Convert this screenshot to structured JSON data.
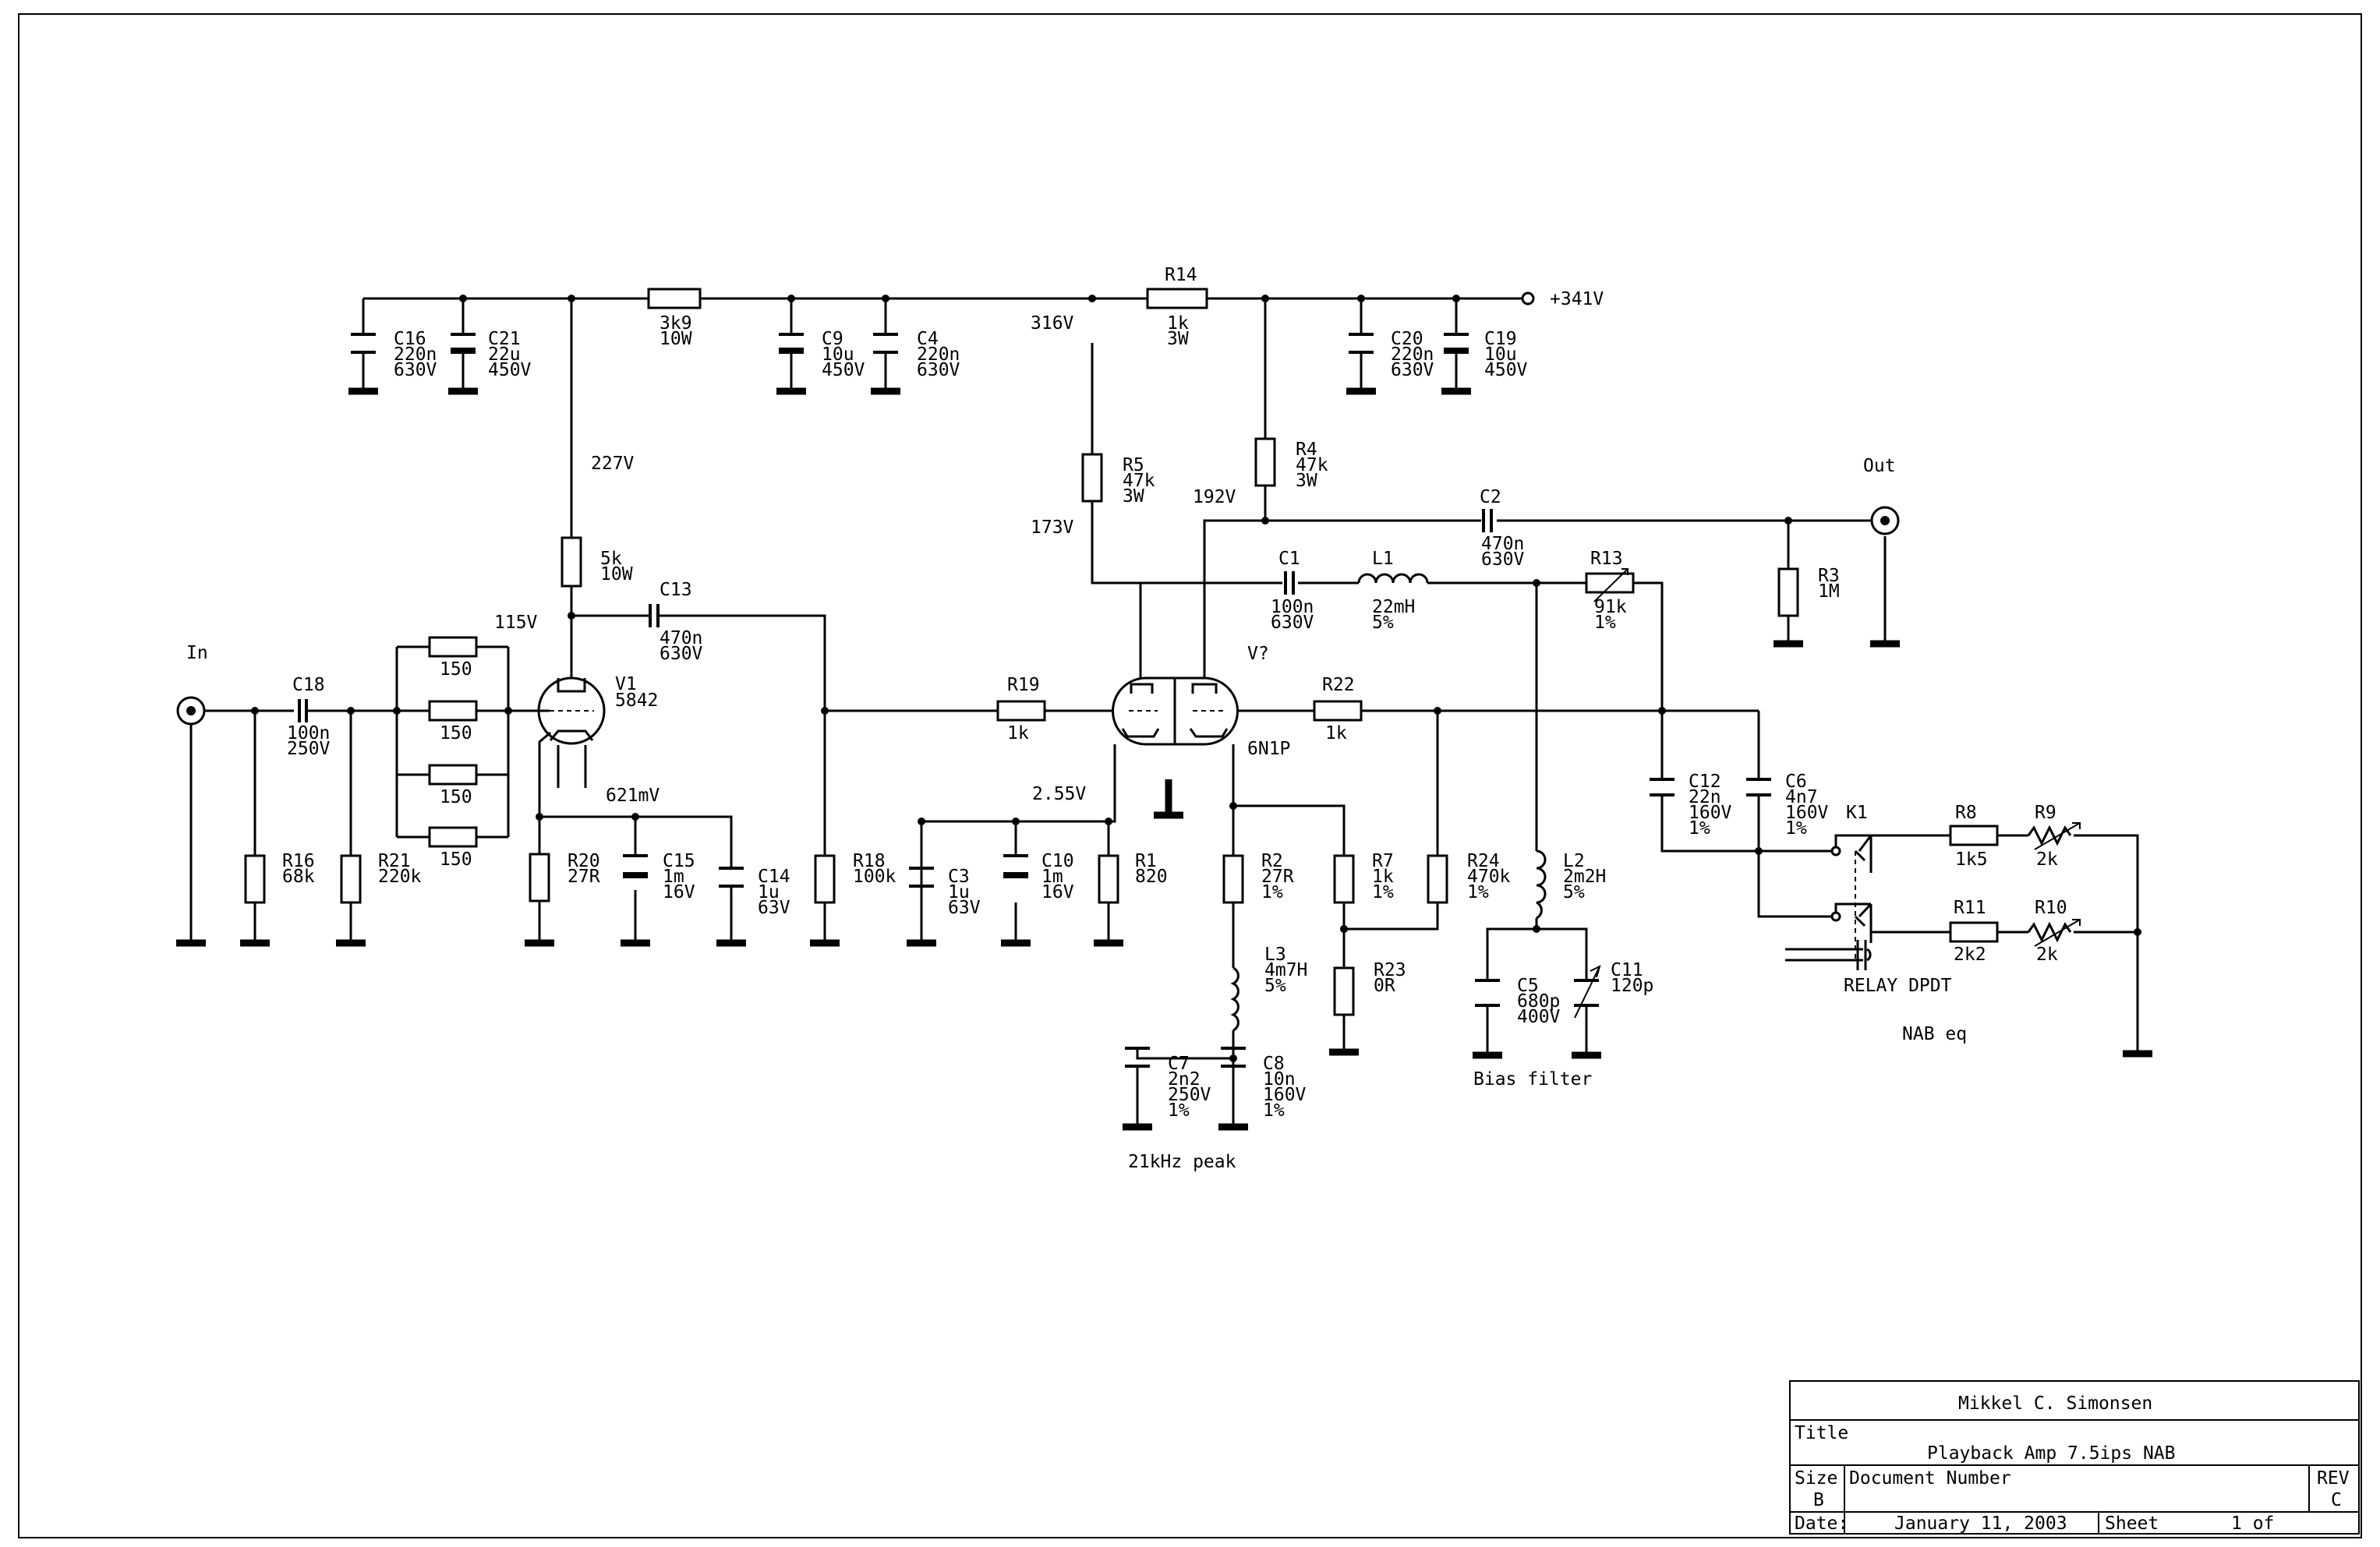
{
  "title_block": {
    "author": "Mikkel C. Simonsen",
    "title_label": "Title",
    "title": "Playback Amp 7.5ips NAB",
    "size_label": "Size",
    "size": "B",
    "docnum_label": "Document Number",
    "rev_label": "REV",
    "rev": "C",
    "date_label": "Date:",
    "date": "January 11, 2003",
    "sheet_label": "Sheet",
    "sheet": "1 of"
  },
  "ports": {
    "in": "In",
    "out": "Out",
    "supply": "+341V"
  },
  "voltages": {
    "v316": "316V",
    "v227": "227V",
    "v115": "115V",
    "v621": "621mV",
    "v192": "192V",
    "v173": "173V",
    "v255": "2.55V"
  },
  "tubes": {
    "v1_ref": "V1",
    "v1_type": "5842",
    "v2_ref": "V?",
    "v2_type": "6N1P"
  },
  "notes": {
    "peak": "21kHz peak",
    "bias": "Bias filter",
    "nab": "NAB eq",
    "relay": "RELAY DPDT",
    "k1": "K1"
  },
  "components": {
    "c16": [
      "C16",
      "220n",
      "630V"
    ],
    "c21": [
      "C21",
      "22u",
      "450V"
    ],
    "r3k9": [
      "3k9",
      "10W"
    ],
    "c9": [
      "C9",
      "10u",
      "450V"
    ],
    "c4": [
      "C4",
      "220n",
      "630V"
    ],
    "r14": [
      "R14",
      "1k",
      "3W"
    ],
    "c20": [
      "C20",
      "220n",
      "630V"
    ],
    "c19": [
      "C19",
      "10u",
      "450V"
    ],
    "r5": [
      "R5",
      "47k",
      "3W"
    ],
    "r4": [
      "R4",
      "47k",
      "3W"
    ],
    "c2": [
      "C2",
      "470n",
      "630V"
    ],
    "r3": [
      "R3",
      "1M"
    ],
    "r5k": [
      "5k",
      "10W"
    ],
    "c13": [
      "C13",
      "470n",
      "630V"
    ],
    "c1": [
      "C1",
      "100n",
      "630V"
    ],
    "l1": [
      "L1",
      "22mH",
      "5%"
    ],
    "r13": [
      "R13",
      "91k",
      "1%"
    ],
    "c18": [
      "C18",
      "100n",
      "250V"
    ],
    "r150": "150",
    "r19": [
      "R19",
      "1k"
    ],
    "r22": [
      "R22",
      "1k"
    ],
    "r16": [
      "R16",
      "68k"
    ],
    "r21": [
      "R21",
      "220k"
    ],
    "r20": [
      "R20",
      "27R"
    ],
    "c15": [
      "C15",
      "1m",
      "16V"
    ],
    "c14": [
      "C14",
      "1u",
      "63V"
    ],
    "r18": [
      "R18",
      "100k"
    ],
    "c3": [
      "C3",
      "1u",
      "63V"
    ],
    "c10": [
      "C10",
      "1m",
      "16V"
    ],
    "r1": [
      "R1",
      "820"
    ],
    "r2": [
      "R2",
      "27R",
      "1%"
    ],
    "r7": [
      "R7",
      "1k",
      "1%"
    ],
    "r24": [
      "R24",
      "470k",
      "1%"
    ],
    "l2": [
      "L2",
      "2m2H",
      "5%"
    ],
    "c12": [
      "C12",
      "22n",
      "160V",
      "1%"
    ],
    "c6": [
      "C6",
      "4n7",
      "160V",
      "1%"
    ],
    "r8": [
      "R8",
      "1k5"
    ],
    "r9": [
      "R9",
      "2k"
    ],
    "r11": [
      "R11",
      "2k2"
    ],
    "r10": [
      "R10",
      "2k"
    ],
    "r23": [
      "R23",
      "0R"
    ],
    "l3": [
      "L3",
      "4m7H",
      "5%"
    ],
    "c7": [
      "C7",
      "2n2",
      "250V",
      "1%"
    ],
    "c8": [
      "C8",
      "10n",
      "160V",
      "1%"
    ],
    "c5": [
      "C5",
      "680p",
      "400V"
    ],
    "c11": [
      "C11",
      "120p"
    ]
  }
}
